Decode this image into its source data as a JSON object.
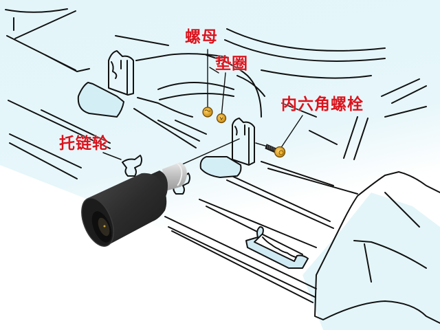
{
  "diagram": {
    "type": "exploded assembly line drawing",
    "subject": "carrier roller (track support roller) mounting on crawler frame",
    "colors": {
      "line": "#111111",
      "fill_light_blue": "#dff3f8",
      "fill_shade_blue": "#c4e7f1",
      "label_red": "#d9141e",
      "roller_black": "#2a2a2a",
      "shaft_silver": "#c8c8c8",
      "fastener_gold": "#e0a020"
    },
    "labels": [
      {
        "id": "nut",
        "text": "螺母"
      },
      {
        "id": "washer",
        "text": "垫圈"
      },
      {
        "id": "hex_bolt",
        "text": "内六角螺栓"
      },
      {
        "id": "carrier_roller",
        "text": "托链轮"
      }
    ],
    "parts": [
      {
        "id": "nut",
        "name": "螺母",
        "icon": "hex-nut-icon"
      },
      {
        "id": "washer",
        "name": "垫圈",
        "icon": "washer-icon"
      },
      {
        "id": "hex_bolt",
        "name": "内六角螺栓",
        "icon": "socket-head-bolt-icon"
      },
      {
        "id": "carrier_roller",
        "name": "托链轮",
        "icon": "roller-icon"
      }
    ]
  }
}
